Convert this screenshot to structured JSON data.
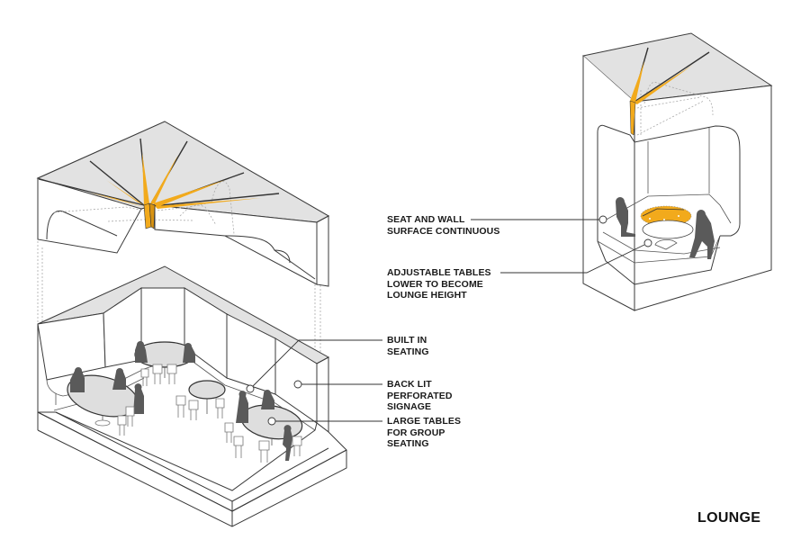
{
  "title": "LOUNGE",
  "colors": {
    "accent_orange": "#F2AA1C",
    "roof_grey": "#E2E2E2",
    "table_grey": "#DEDEDE",
    "figure_grey": "#5A5A5A",
    "line": "#3A3A3A"
  },
  "annotations": [
    {
      "id": "seat-wall",
      "lines": [
        "SEAT AND WALL",
        "SURFACE CONTINUOUS"
      ]
    },
    {
      "id": "adjustable-tables",
      "lines": [
        "ADJUSTABLE TABLES",
        "LOWER TO BECOME",
        "LOUNGE HEIGHT"
      ]
    },
    {
      "id": "built-in-seating",
      "lines": [
        "BUILT IN",
        "SEATING"
      ]
    },
    {
      "id": "back-lit-signage",
      "lines": [
        "BACK LIT",
        "PERFORATED",
        "SIGNAGE"
      ]
    },
    {
      "id": "large-tables",
      "lines": [
        "LARGE TABLES",
        "FOR GROUP",
        "SEATING"
      ]
    }
  ],
  "views": [
    {
      "id": "exploded-axonometric",
      "description": "Exploded axonometric of lounge with ceiling lifted above room"
    },
    {
      "id": "booth-section",
      "description": "Isometric section of single lounge booth"
    }
  ]
}
